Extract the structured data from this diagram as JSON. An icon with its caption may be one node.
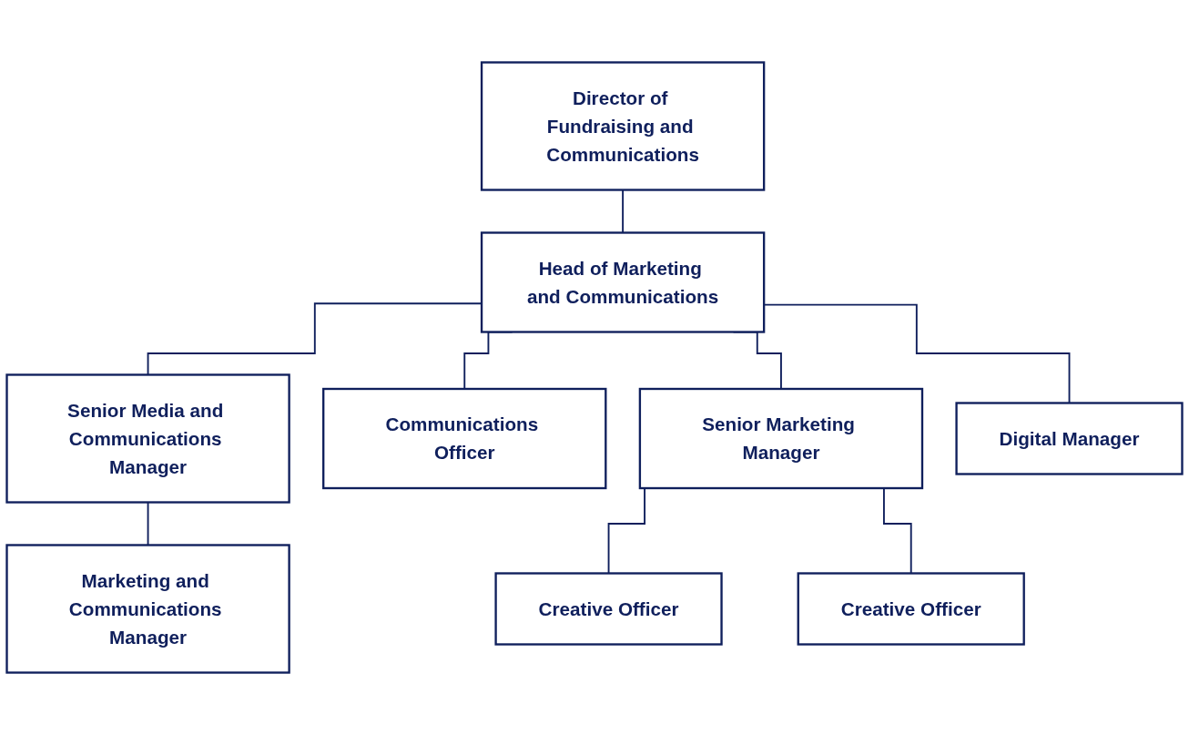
{
  "diagram": {
    "nodes": [
      {
        "text": [
          "Director of Fundraising and Communications"
        ]
      },
      {
        "text": [
          "Head of Marketing and Communications"
        ]
      },
      {
        "text": [
          "Senior Media and Communications Manager"
        ]
      },
      {
        "text": [
          "Communications Officer"
        ]
      },
      {
        "text": [
          "Senior Marketing Manager"
        ]
      },
      {
        "text": [
          "Digital Manager"
        ]
      },
      {
        "text": [
          "Marketing and Communications Manager"
        ]
      },
      {
        "text": [
          "Creative Officer"
        ]
      },
      {
        "text": [
          "Creative Officer"
        ]
      }
    ],
    "edges": [
      {
        "from": 0,
        "to": 1,
        "arrow": "none"
      },
      {
        "from": 1,
        "to": 2,
        "arrow": "none"
      },
      {
        "from": 1,
        "to": 3,
        "arrow": "none"
      },
      {
        "from": 1,
        "to": 4,
        "arrow": "none"
      },
      {
        "from": 1,
        "to": 5,
        "arrow": "none"
      },
      {
        "from": 2,
        "to": 6,
        "arrow": "none"
      },
      {
        "from": 4,
        "to": 7,
        "arrow": "none"
      },
      {
        "from": 4,
        "to": 8,
        "arrow": "none"
      }
    ]
  }
}
